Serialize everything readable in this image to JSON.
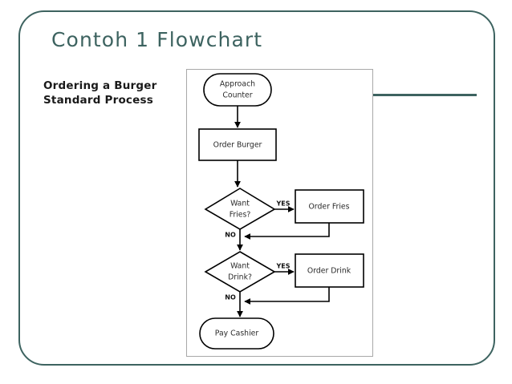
{
  "slide": {
    "title": "Contoh 1 Flowchart",
    "accent_color": "#3d6360",
    "background_color": "#ffffff",
    "border_color": "#3d6360"
  },
  "caption": {
    "line1": "Ordering a Burger",
    "line2": "Standard Process"
  },
  "flowchart": {
    "nodes": {
      "start": "Approach Counter",
      "start_line1": "Approach",
      "start_line2": "Counter",
      "order_burger": "Order Burger",
      "want_fries_line1": "Want",
      "want_fries_line2": "Fries?",
      "order_fries": "Order Fries",
      "want_drink_line1": "Want",
      "want_drink_line2": "Drink?",
      "order_drink": "Order Drink",
      "end": "Pay Cashier"
    },
    "branches": {
      "fries_yes": "YES",
      "fries_no": "NO",
      "drink_yes": "YES",
      "drink_no": "NO"
    },
    "shape_color": "#ffffff",
    "stroke_color": "#000000"
  }
}
